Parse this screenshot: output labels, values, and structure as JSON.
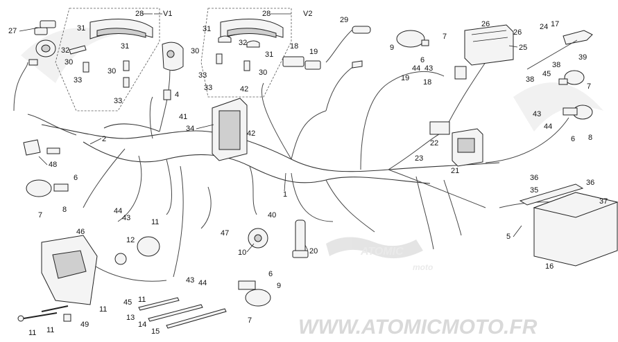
{
  "watermark": {
    "site": "WWW.ATOMICMOTO.FR",
    "logo_text": "ATOMIC",
    "logo_sub": "moto"
  },
  "variants": {
    "v1": "V1",
    "v2": "V2"
  },
  "callouts": [
    "1",
    "2",
    "4",
    "5",
    "6",
    "7",
    "8",
    "9",
    "10",
    "11",
    "12",
    "13",
    "14",
    "15",
    "16",
    "17",
    "18",
    "19",
    "20",
    "21",
    "22",
    "23",
    "24",
    "25",
    "26",
    "27",
    "28",
    "29",
    "30",
    "31",
    "32",
    "33",
    "34",
    "35",
    "36",
    "37",
    "38",
    "39",
    "40",
    "41",
    "42",
    "43",
    "44",
    "45",
    "46",
    "47",
    "48",
    "49"
  ]
}
